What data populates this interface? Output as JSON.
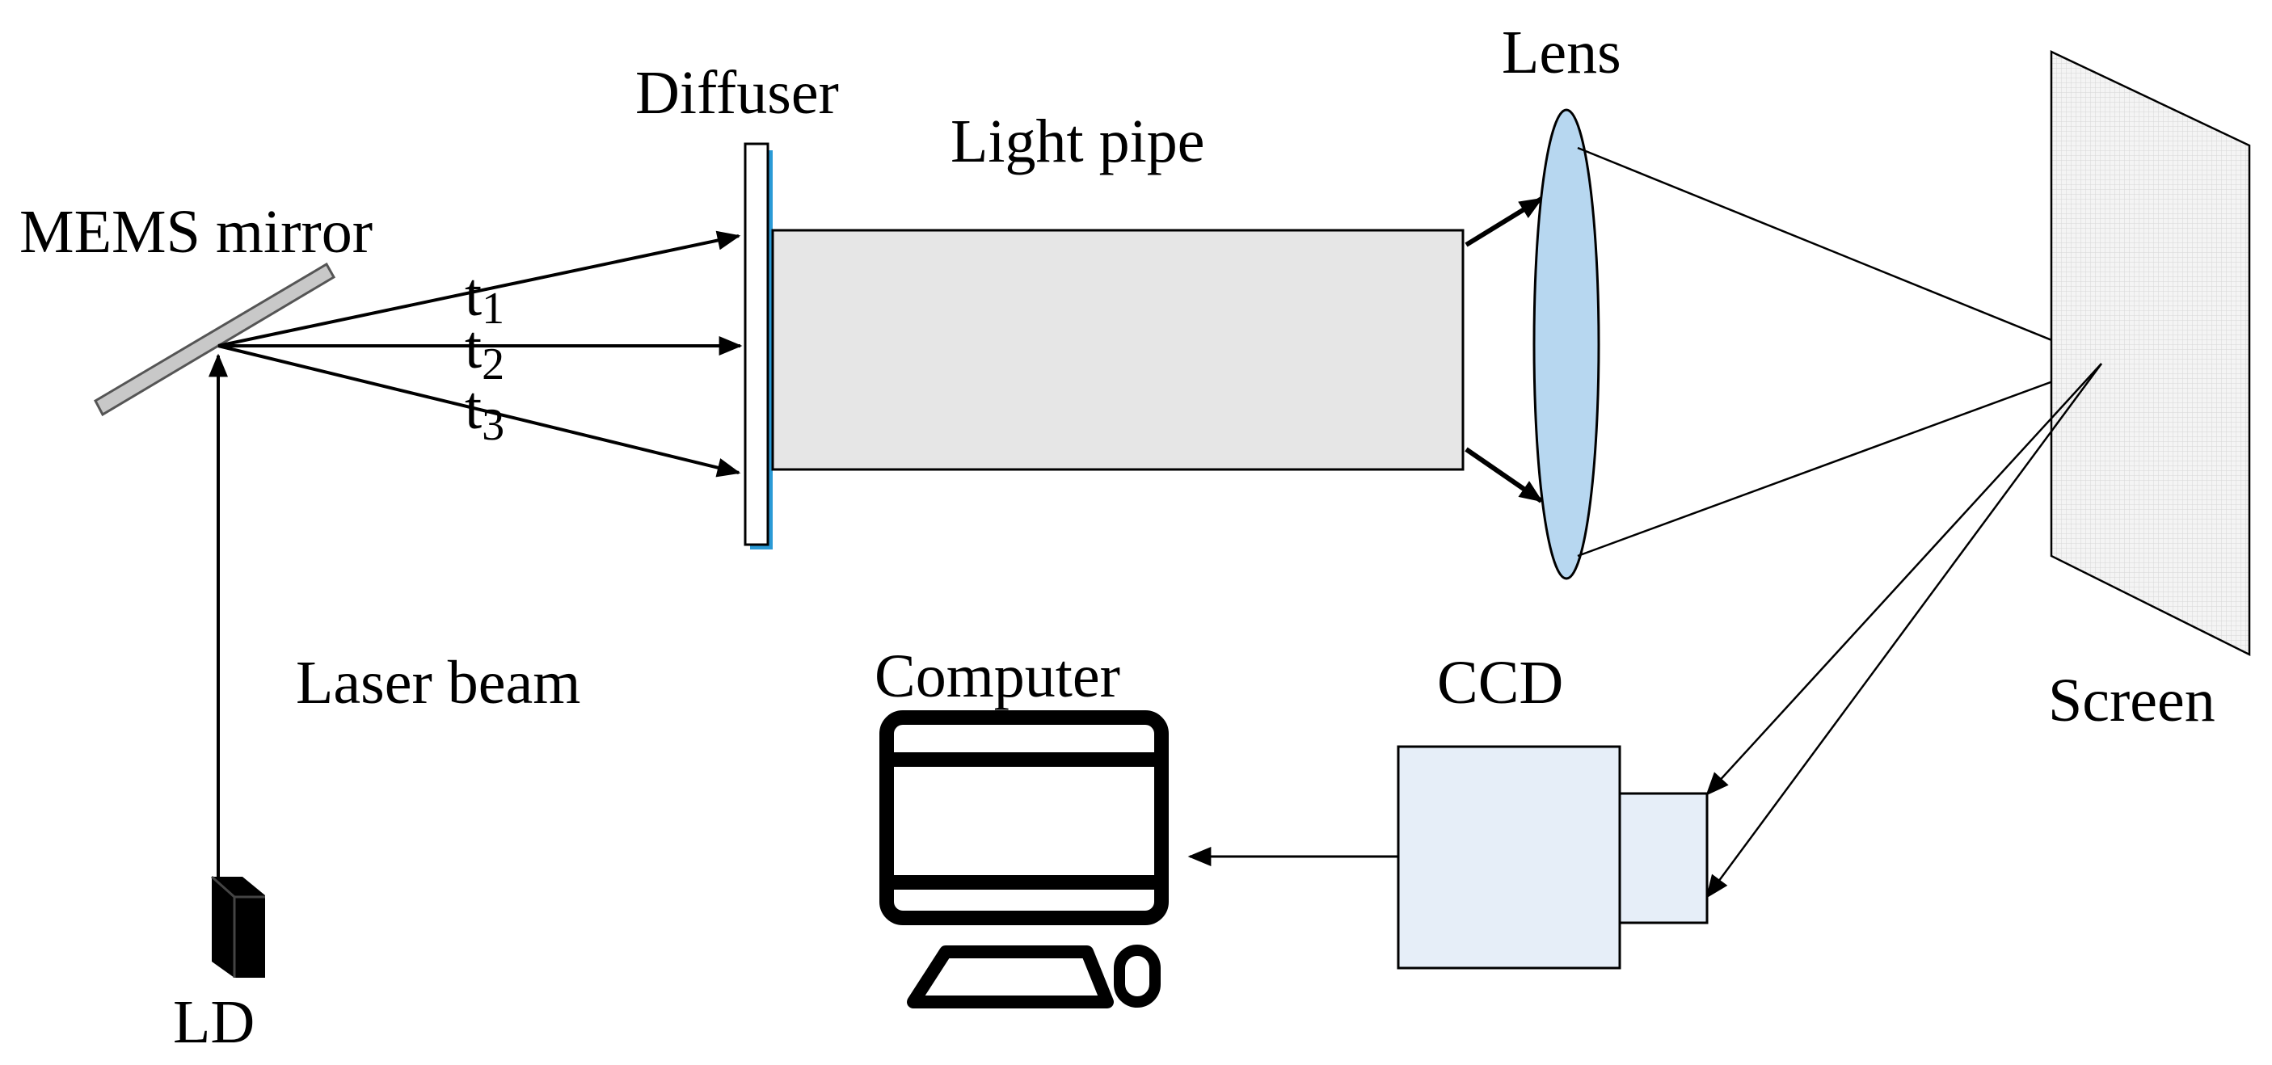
{
  "labels": {
    "mems_mirror": "MEMS mirror",
    "diffuser": "Diffuser",
    "light_pipe": "Light pipe",
    "lens": "Lens",
    "screen": "Screen",
    "laser_beam": "Laser beam",
    "ld": "LD",
    "computer": "Computer",
    "ccd": "CCD",
    "t1": "t",
    "t1_sub": "1",
    "t2": "t",
    "t2_sub": "2",
    "t3": "t",
    "t3_sub": "3"
  },
  "colors": {
    "light_pipe_fill": "#e6e6e6",
    "lens_fill": "#b7d7f0",
    "diffuser_edge": "#2a9ad6",
    "ccd_fill": "#e6eef8",
    "mirror_fill": "#c8c8c8",
    "ld_fill": "#000000"
  },
  "icons": {
    "computer": "computer-monitor-icon",
    "ld": "laser-diode-icon",
    "ccd": "camera-icon"
  }
}
